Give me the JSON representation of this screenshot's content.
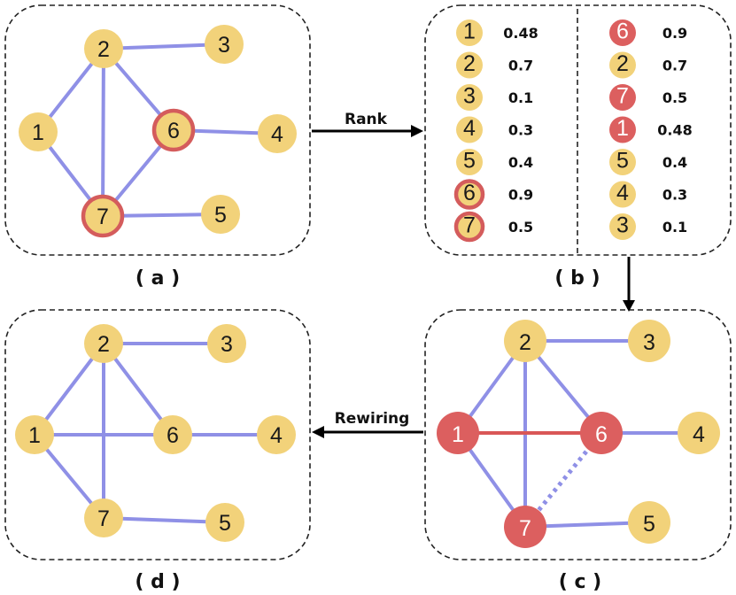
{
  "colors": {
    "node_yellow": "#f2d27a",
    "node_red": "#dc5f5f",
    "node_ring": "#d45c5c",
    "edge_blue": "#8f90e6",
    "edge_red": "#d95757",
    "box_border": "#222222",
    "arrow": "#000000"
  },
  "panel_a": {
    "caption": "( a )",
    "nodes": [
      {
        "id": "1",
        "label": "1",
        "style": "yellow"
      },
      {
        "id": "2",
        "label": "2",
        "style": "yellow"
      },
      {
        "id": "3",
        "label": "3",
        "style": "yellow"
      },
      {
        "id": "4",
        "label": "4",
        "style": "yellow"
      },
      {
        "id": "5",
        "label": "5",
        "style": "yellow"
      },
      {
        "id": "6",
        "label": "6",
        "style": "ringed"
      },
      {
        "id": "7",
        "label": "7",
        "style": "ringed"
      }
    ],
    "edges": [
      {
        "from": "2",
        "to": "3",
        "style": "solid"
      },
      {
        "from": "2",
        "to": "1",
        "style": "solid"
      },
      {
        "from": "2",
        "to": "6",
        "style": "solid"
      },
      {
        "from": "2",
        "to": "7",
        "style": "solid"
      },
      {
        "from": "1",
        "to": "7",
        "style": "solid"
      },
      {
        "from": "6",
        "to": "7",
        "style": "solid"
      },
      {
        "from": "6",
        "to": "4",
        "style": "solid"
      },
      {
        "from": "7",
        "to": "5",
        "style": "solid"
      }
    ]
  },
  "panel_b": {
    "caption": "( b )",
    "left_column": [
      {
        "label": "1",
        "score": "0.48",
        "style": "yellow"
      },
      {
        "label": "2",
        "score": "0.7",
        "style": "yellow"
      },
      {
        "label": "3",
        "score": "0.1",
        "style": "yellow"
      },
      {
        "label": "4",
        "score": "0.3",
        "style": "yellow"
      },
      {
        "label": "5",
        "score": "0.4",
        "style": "yellow"
      },
      {
        "label": "6",
        "score": "0.9",
        "style": "ringed"
      },
      {
        "label": "7",
        "score": "0.5",
        "style": "ringed"
      }
    ],
    "right_column": [
      {
        "label": "6",
        "score": "0.9",
        "style": "red"
      },
      {
        "label": "2",
        "score": "0.7",
        "style": "yellow"
      },
      {
        "label": "7",
        "score": "0.5",
        "style": "red"
      },
      {
        "label": "1",
        "score": "0.48",
        "style": "red"
      },
      {
        "label": "5",
        "score": "0.4",
        "style": "yellow"
      },
      {
        "label": "4",
        "score": "0.3",
        "style": "yellow"
      },
      {
        "label": "3",
        "score": "0.1",
        "style": "yellow"
      }
    ]
  },
  "panel_c": {
    "caption": "( c )",
    "nodes": [
      {
        "id": "1",
        "label": "1",
        "style": "red"
      },
      {
        "id": "2",
        "label": "2",
        "style": "yellow"
      },
      {
        "id": "3",
        "label": "3",
        "style": "yellow"
      },
      {
        "id": "4",
        "label": "4",
        "style": "yellow"
      },
      {
        "id": "5",
        "label": "5",
        "style": "yellow"
      },
      {
        "id": "6",
        "label": "6",
        "style": "red"
      },
      {
        "id": "7",
        "label": "7",
        "style": "red"
      }
    ],
    "edges": [
      {
        "from": "2",
        "to": "3",
        "style": "solid"
      },
      {
        "from": "2",
        "to": "1",
        "style": "solid"
      },
      {
        "from": "2",
        "to": "6",
        "style": "solid"
      },
      {
        "from": "2",
        "to": "7",
        "style": "solid"
      },
      {
        "from": "1",
        "to": "7",
        "style": "solid"
      },
      {
        "from": "1",
        "to": "6",
        "style": "red"
      },
      {
        "from": "6",
        "to": "7",
        "style": "dotted"
      },
      {
        "from": "6",
        "to": "4",
        "style": "solid"
      },
      {
        "from": "7",
        "to": "5",
        "style": "solid"
      }
    ]
  },
  "panel_d": {
    "caption": "( d )",
    "nodes": [
      {
        "id": "1",
        "label": "1",
        "style": "yellow"
      },
      {
        "id": "2",
        "label": "2",
        "style": "yellow"
      },
      {
        "id": "3",
        "label": "3",
        "style": "yellow"
      },
      {
        "id": "4",
        "label": "4",
        "style": "yellow"
      },
      {
        "id": "5",
        "label": "5",
        "style": "yellow"
      },
      {
        "id": "6",
        "label": "6",
        "style": "yellow"
      },
      {
        "id": "7",
        "label": "7",
        "style": "yellow"
      }
    ],
    "edges": [
      {
        "from": "2",
        "to": "3",
        "style": "solid"
      },
      {
        "from": "2",
        "to": "1",
        "style": "solid"
      },
      {
        "from": "2",
        "to": "6",
        "style": "solid"
      },
      {
        "from": "2",
        "to": "7",
        "style": "solid"
      },
      {
        "from": "1",
        "to": "7",
        "style": "solid"
      },
      {
        "from": "1",
        "to": "6",
        "style": "solid"
      },
      {
        "from": "6",
        "to": "4",
        "style": "solid"
      },
      {
        "from": "7",
        "to": "5",
        "style": "solid"
      }
    ]
  },
  "arrows": {
    "rank_label": "Rank",
    "rewiring_label": "Rewiring"
  }
}
